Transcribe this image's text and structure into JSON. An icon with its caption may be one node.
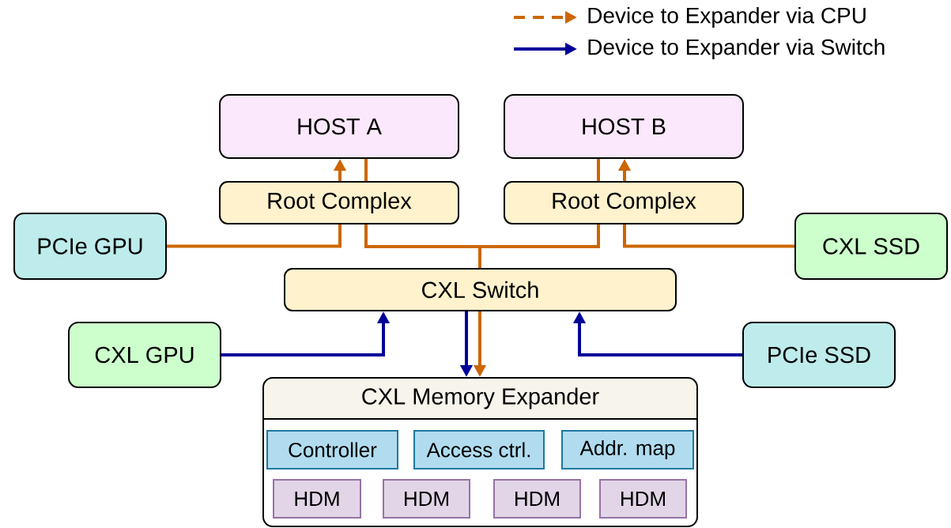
{
  "diagram": {
    "nodes": [
      {
        "text": [
          "HOST A"
        ]
      },
      {
        "text": [
          "HOST B"
        ]
      },
      {
        "text": [
          "Root Complex"
        ]
      },
      {
        "text": [
          "Root Complex"
        ]
      },
      {
        "text": [
          "PCIe GPU"
        ]
      },
      {
        "text": [
          "CXL SSD"
        ]
      },
      {
        "text": [
          "CXL Switch"
        ]
      },
      {
        "text": [
          "CXL GPU"
        ]
      },
      {
        "text": [
          "PCIe SSD"
        ]
      },
      {
        "text": [
          "CXL Memory Expander"
        ]
      },
      {
        "text": [
          "Controller"
        ],
        "in": 9
      },
      {
        "text": [
          "Access ctrl."
        ],
        "in": 9
      },
      {
        "text": [
          "Addr. map"
        ],
        "in": 9
      },
      {
        "text": [
          "HDM"
        ],
        "in": 9
      },
      {
        "text": [
          "HDM"
        ],
        "in": 9
      },
      {
        "text": [
          "HDM"
        ],
        "in": 9
      },
      {
        "text": [
          "HDM"
        ],
        "in": 9
      }
    ],
    "edges": [
      {
        "from": 4,
        "to": 2,
        "arrow": "none"
      },
      {
        "from": 2,
        "to": 0,
        "arrow": "to"
      },
      {
        "from": 0,
        "to": 2,
        "arrow": "none"
      },
      {
        "from": 2,
        "to": 6,
        "arrow": "none"
      },
      {
        "from": 5,
        "to": 3,
        "arrow": "none"
      },
      {
        "from": 3,
        "to": 1,
        "arrow": "to"
      },
      {
        "from": 1,
        "to": 3,
        "arrow": "none"
      },
      {
        "from": 3,
        "to": 6,
        "arrow": "none"
      },
      {
        "from": 6,
        "to": 9,
        "arrow": "to"
      },
      {
        "from": 7,
        "to": 6,
        "arrow": "to",
        "color": "#000099"
      },
      {
        "from": 8,
        "to": 6,
        "arrow": "to",
        "color": "#000099"
      },
      {
        "from": 6,
        "to": 9,
        "arrow": "to",
        "color": "#000099"
      }
    ],
    "legend": [
      {
        "text": "Device to Expander via CPU"
      },
      {
        "text": "Device to Expander via Switch"
      }
    ]
  }
}
